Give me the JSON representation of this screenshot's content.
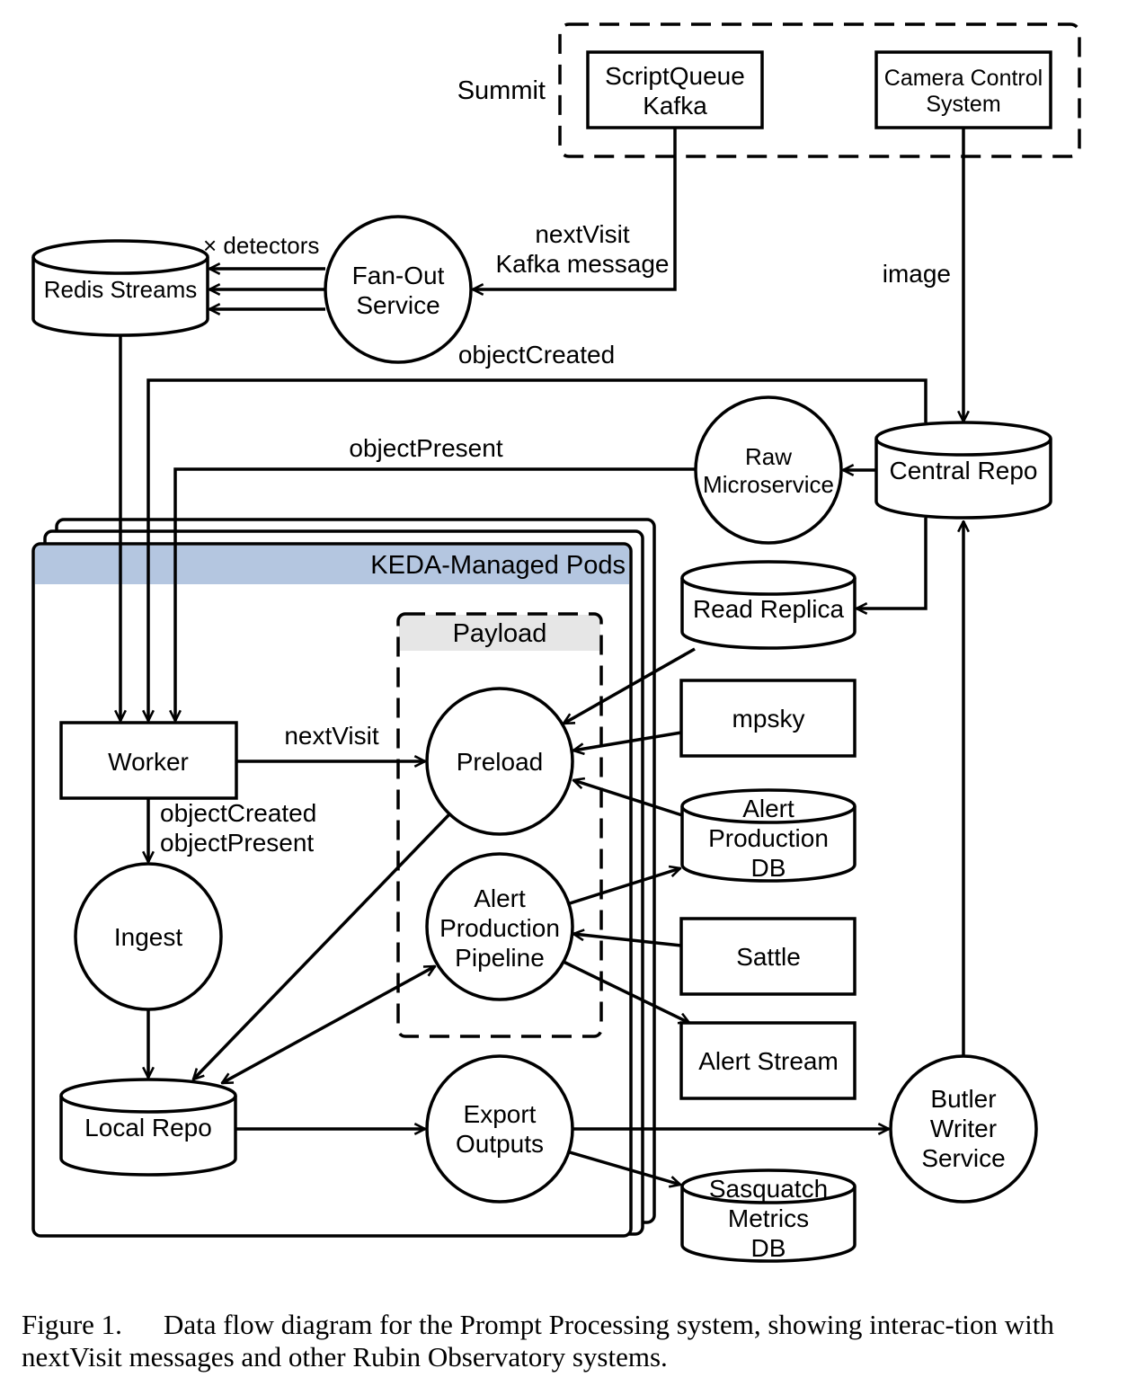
{
  "colors": {
    "pods_header": "#b4c6e0",
    "payload_header": "#e6e6e6",
    "stroke": "#000000"
  },
  "groups": {
    "summit": "Summit",
    "keda": "KEDA-Managed Pods",
    "payload": "Payload"
  },
  "nodes": {
    "scriptqueue": [
      "ScriptQueue",
      "Kafka"
    ],
    "camera": [
      "Camera Control",
      "System"
    ],
    "redis": [
      "Redis Streams"
    ],
    "fanout": [
      "Fan-Out",
      "Service"
    ],
    "central": [
      "Central Repo"
    ],
    "raw": [
      "Raw",
      "Microservice"
    ],
    "replica": [
      "Read Replica"
    ],
    "worker": [
      "Worker"
    ],
    "preload": [
      "Preload"
    ],
    "mpsky": [
      "mpsky"
    ],
    "apdb": [
      "Alert",
      "Production",
      "DB"
    ],
    "pipeline": [
      "Alert",
      "Production",
      "Pipeline"
    ],
    "sattle": [
      "Sattle"
    ],
    "ingest": [
      "Ingest"
    ],
    "alertstream": [
      "Alert Stream"
    ],
    "localrepo": [
      "Local Repo"
    ],
    "export": [
      "Export",
      "Outputs"
    ],
    "butler": [
      "Butler",
      "Writer",
      "Service"
    ],
    "sasquatch": [
      "Sasquatch",
      "Metrics",
      "DB"
    ]
  },
  "edge_labels": {
    "detectors": "× detectors",
    "nextvisit_kafka": [
      "nextVisit",
      "Kafka message"
    ],
    "image": "image",
    "objectcreated": "objectCreated",
    "objectpresent": "objectPresent",
    "nextvisit": "nextVisit",
    "worker_ingest": [
      "objectCreated",
      "objectPresent"
    ]
  },
  "caption": {
    "label": "Figure 1.",
    "text": "Data flow diagram for the Prompt Processing system, showing interac-tion with nextVisit messages and other Rubin Observatory systems."
  }
}
